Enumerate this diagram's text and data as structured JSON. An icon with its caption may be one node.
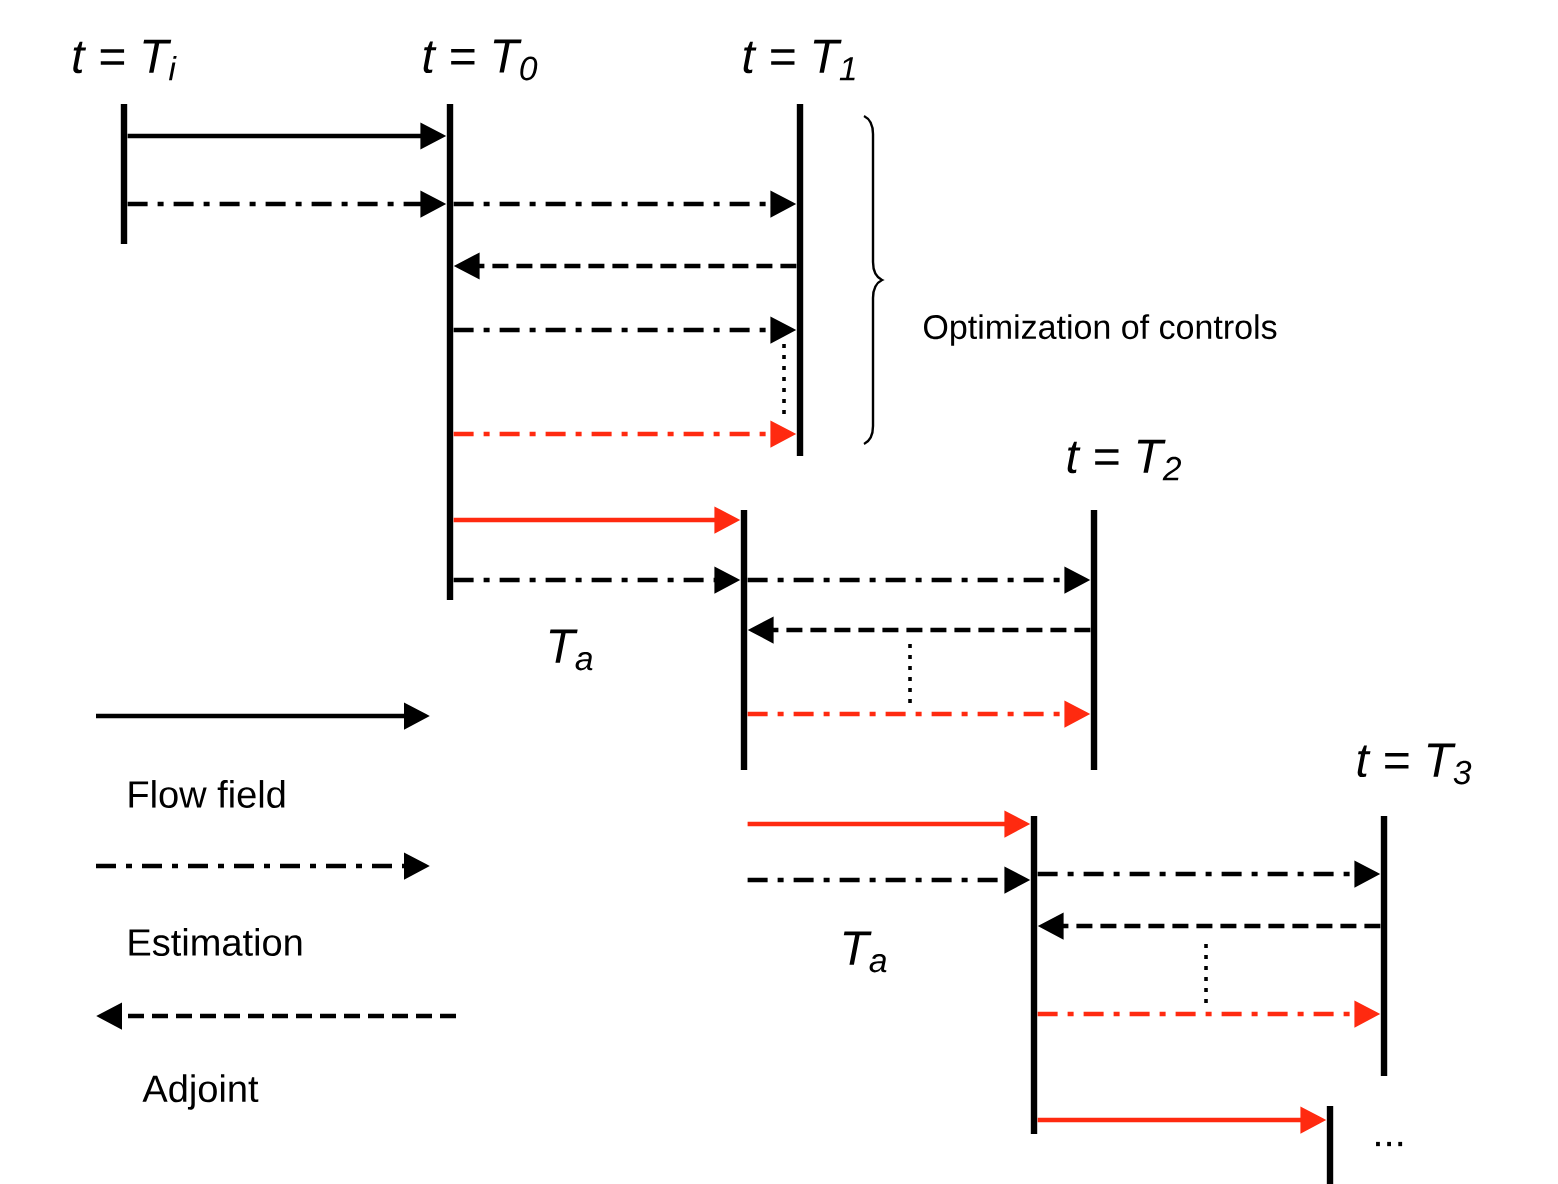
{
  "diagram": {
    "nodes": [
      {
        "text": [
          "t = T$_{i}$"
        ]
      },
      {
        "text": [
          "t = T$_{0}$"
        ]
      },
      {
        "text": [
          "t = T$_{1}$"
        ]
      },
      {
        "text": [],
        "shape": "bar"
      },
      {
        "text": [
          "t = T$_{2}$"
        ]
      },
      {
        "text": [],
        "shape": "bar"
      },
      {
        "text": [
          "t = T$_{3}$"
        ]
      },
      {
        "text": [],
        "shape": "bar",
        "beside": [
          "..."
        ]
      }
    ],
    "edges": [
      {
        "from": 0,
        "to": 1,
        "arrow": "to"
      },
      {
        "from": 0,
        "to": 1,
        "arrow": "to",
        "style": "dashed"
      },
      {
        "from": 1,
        "to": 2,
        "arrow": "to",
        "style": "dashed"
      },
      {
        "from": 2,
        "to": 1,
        "arrow": "to",
        "style": "dashed"
      },
      {
        "from": 1,
        "to": 2,
        "arrow": "to",
        "style": "dashed"
      },
      {
        "from": 1,
        "to": 2,
        "arrow": "to",
        "style": "dashed",
        "color": "#ff2a10"
      },
      {
        "from": 1,
        "to": 3,
        "arrow": "to",
        "color": "#ff2a10"
      },
      {
        "from": 1,
        "to": 3,
        "arrow": "to",
        "style": "dashed"
      },
      {
        "from": 3,
        "to": 4,
        "arrow": "to",
        "style": "dashed"
      },
      {
        "from": 4,
        "to": 3,
        "arrow": "to",
        "style": "dashed"
      },
      {
        "from": 3,
        "to": 4,
        "arrow": "to",
        "style": "dashed",
        "color": "#ff2a10"
      },
      {
        "from": 3,
        "to": 5,
        "arrow": "to",
        "color": "#ff2a10"
      },
      {
        "from": 3,
        "to": 5,
        "arrow": "to",
        "style": "dashed"
      },
      {
        "from": 5,
        "to": 6,
        "arrow": "to",
        "style": "dashed"
      },
      {
        "from": 6,
        "to": 5,
        "arrow": "to",
        "style": "dashed"
      },
      {
        "from": 5,
        "to": 6,
        "arrow": "to",
        "style": "dashed",
        "color": "#ff2a10"
      },
      {
        "from": 5,
        "to": 7,
        "arrow": "to",
        "color": "#ff2a10"
      }
    ],
    "labels": [
      "Optimization of controls",
      "T$_{a}$",
      "T$_{a}$"
    ],
    "legend": [
      {
        "text": "Flow field"
      },
      {
        "text": "Estimation"
      },
      {
        "text": "Adjoint"
      }
    ]
  }
}
